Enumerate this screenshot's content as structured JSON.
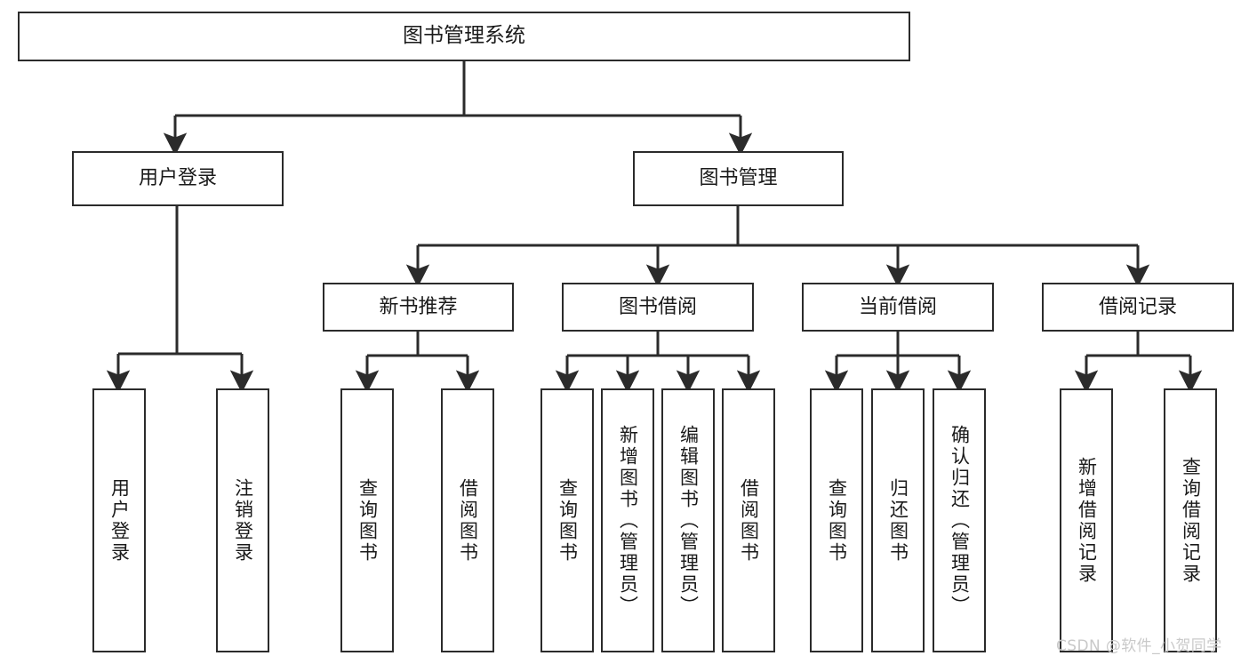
{
  "diagram": {
    "title": "图书管理系统",
    "type": "tree-hierarchy-diagram",
    "colors": {
      "node_border": "#2b2b2b",
      "node_fill": "#ffffff",
      "edge": "#2b2b2b",
      "text": "#1a1a1a",
      "watermark": "#c9c9c9",
      "background": "#ffffff"
    },
    "root": {
      "id": "root",
      "label": "图书管理系统"
    },
    "level2": [
      {
        "id": "user-login",
        "label": "用户登录"
      },
      {
        "id": "book-management",
        "label": "图书管理"
      }
    ],
    "level3": [
      {
        "id": "new-book-recommend",
        "label": "新书推荐",
        "parent": "book-management"
      },
      {
        "id": "book-borrow",
        "label": "图书借阅",
        "parent": "book-management"
      },
      {
        "id": "current-borrow",
        "label": "当前借阅",
        "parent": "book-management"
      },
      {
        "id": "borrow-record",
        "label": "借阅记录",
        "parent": "book-management"
      }
    ],
    "leaves": [
      {
        "id": "leaf-user-login",
        "label": "用户登录",
        "parent": "user-login"
      },
      {
        "id": "leaf-user-logout",
        "label": "注销登录",
        "parent": "user-login"
      },
      {
        "id": "leaf-query-book-recommend",
        "label": "查询图书",
        "parent": "new-book-recommend"
      },
      {
        "id": "leaf-borrow-book-recommend",
        "label": "借阅图书",
        "parent": "new-book-recommend"
      },
      {
        "id": "leaf-query-book-borrow",
        "label": "查询图书",
        "parent": "book-borrow"
      },
      {
        "id": "leaf-add-book-admin",
        "label": "新增图书（管理员）",
        "parent": "book-borrow"
      },
      {
        "id": "leaf-edit-book-admin",
        "label": "编辑图书（管理员）",
        "parent": "book-borrow"
      },
      {
        "id": "leaf-borrow-book",
        "label": "借阅图书",
        "parent": "book-borrow"
      },
      {
        "id": "leaf-query-book-current",
        "label": "查询图书",
        "parent": "current-borrow"
      },
      {
        "id": "leaf-return-book",
        "label": "归还图书",
        "parent": "current-borrow"
      },
      {
        "id": "leaf-confirm-return-admin",
        "label": "确认归还（管理员）",
        "parent": "current-borrow"
      },
      {
        "id": "leaf-add-borrow-record",
        "label": "新增借阅记录",
        "parent": "borrow-record"
      },
      {
        "id": "leaf-query-borrow-record",
        "label": "查询借阅记录",
        "parent": "borrow-record"
      }
    ]
  },
  "watermark": {
    "text": "CSDN @软件_小贺同学"
  }
}
